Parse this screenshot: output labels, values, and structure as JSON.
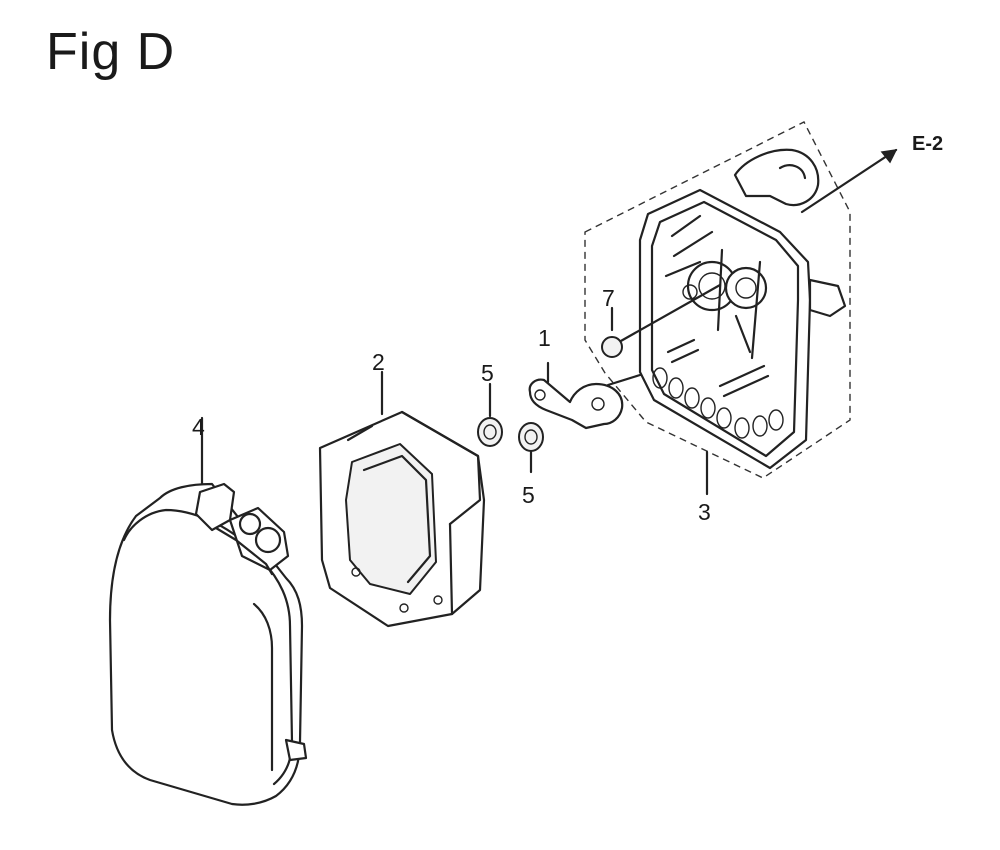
{
  "figure": {
    "title": "Fig D",
    "reference_label": "E-2"
  },
  "callouts": {
    "part_1": "1",
    "part_2": "2",
    "part_3": "3",
    "part_4": "4",
    "part_5_upper": "5",
    "part_5_lower": "5",
    "part_7": "7"
  }
}
